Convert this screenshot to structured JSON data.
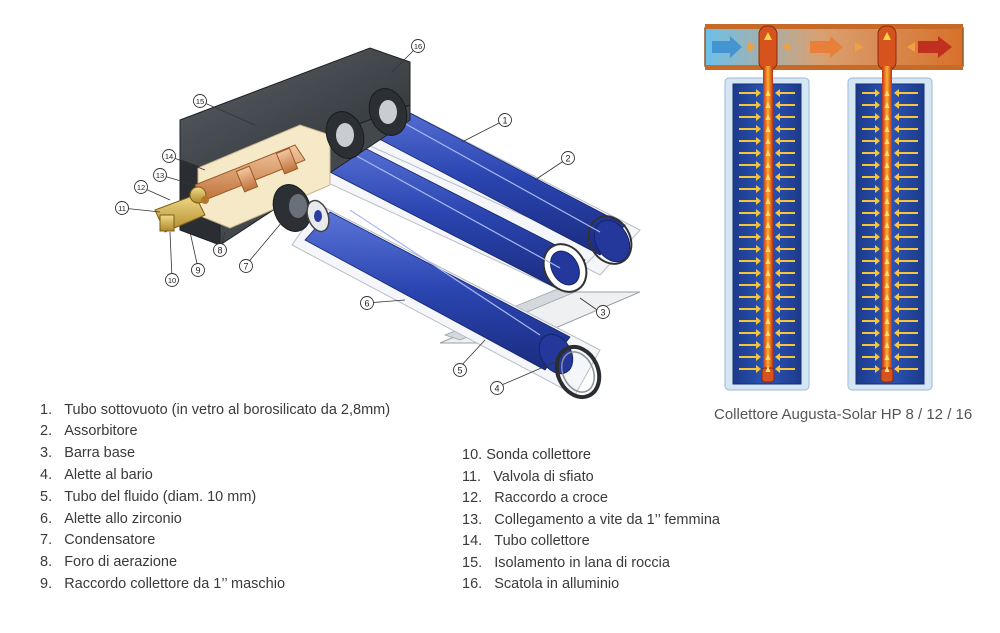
{
  "caption": "Collettore Augusta-Solar HP 8 / 12 / 16",
  "callout_numbers": [
    "1",
    "2",
    "3",
    "4",
    "5",
    "6",
    "7",
    "8",
    "9",
    "10",
    "11",
    "12",
    "13",
    "14",
    "15",
    "16"
  ],
  "legend_left": [
    {
      "num": "1.",
      "text": "Tubo sottovuoto (in vetro al borosilicato da 2,8mm)"
    },
    {
      "num": "2.",
      "text": "Assorbitore"
    },
    {
      "num": "3.",
      "text": "Barra base"
    },
    {
      "num": "4.",
      "text": "Alette al bario"
    },
    {
      "num": "5.",
      "text": "Tubo del fluido (diam. 10 mm)"
    },
    {
      "num": "6.",
      "text": "Alette allo zirconio"
    },
    {
      "num": "7.",
      "text": "Condensatore"
    },
    {
      "num": "8.",
      "text": "Foro di aerazione"
    },
    {
      "num": "9.",
      "text": "Raccordo collettore da 1’’ maschio"
    }
  ],
  "legend_right": [
    {
      "num": "10.",
      "text": "Sonda collettore"
    },
    {
      "num": "11.",
      "text": "Valvola di sfiato"
    },
    {
      "num": "12.",
      "text": "Raccordo a croce"
    },
    {
      "num": "13.",
      "text": "Collegamento a vite da 1’’ femmina"
    },
    {
      "num": "14.",
      "text": "Tubo collettore"
    },
    {
      "num": "15.",
      "text": "Isolamento in lana di roccia"
    },
    {
      "num": "16.",
      "text": "Scatola in alluminio"
    }
  ],
  "colors": {
    "tube_blue": "#2a45b0",
    "manifold_dark": "#3c4146",
    "pipe_orange": "#e07a2a",
    "heat_red": "#c0301f",
    "water_blue": "#5fb4e0"
  }
}
